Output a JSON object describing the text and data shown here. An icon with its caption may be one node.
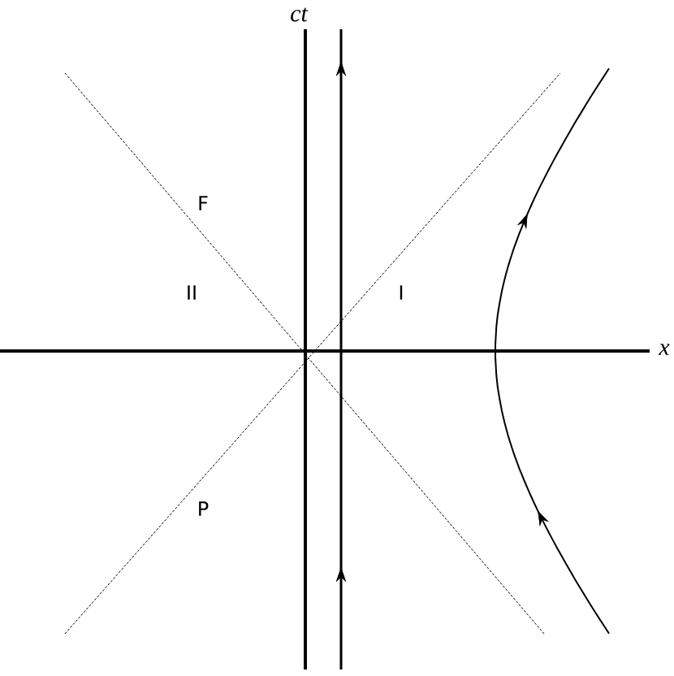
{
  "diagram": {
    "labels": [
      "ct",
      "F",
      "II",
      "I",
      "x",
      "P"
    ]
  }
}
